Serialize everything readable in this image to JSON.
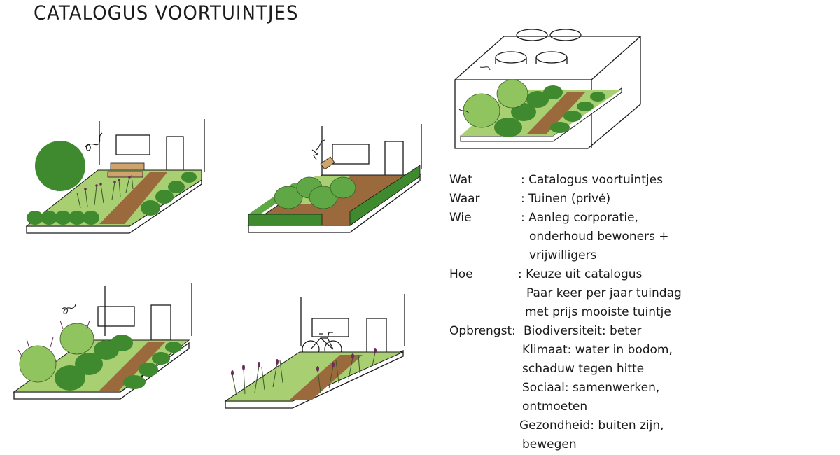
{
  "title": "CATALOGUS VOORTUINTJES",
  "info": {
    "wat": {
      "label": "Wat",
      "value": ": Catalogus voortuintjes"
    },
    "waar": {
      "label": "Waar",
      "value": ": Tuinen (privé)"
    },
    "wie": {
      "label": "Wie",
      "lines": [
        ": Aanleg corporatie,",
        "onderhoud bewoners +",
        "vrijwilligers"
      ]
    },
    "hoe": {
      "label": "Hoe",
      "lines": [
        ": Keuze uit catalogus",
        "Paar keer per jaar tuindag",
        "met prijs mooiste tuintje"
      ]
    },
    "opbrengst": {
      "label": "Opbrengst:",
      "lines": [
        "Biodiversiteit: beter",
        "Klimaat: water in bodom,",
        "schaduw tegen hitte",
        "Sociaal: samenwerken,",
        "ontmoeten",
        "Gezondheid: buiten zijn,",
        "bewegen"
      ]
    }
  },
  "illustrations": [
    {
      "name": "garden-with-tree-and-bench"
    },
    {
      "name": "garden-with-hedges"
    },
    {
      "name": "garden-with-shrubs"
    },
    {
      "name": "garden-with-grasses-and-bicycle"
    },
    {
      "name": "lego-brick-garden"
    }
  ],
  "colors": {
    "dark_green": "#3f8a2e",
    "mid_green": "#5fa845",
    "light_green": "#a9cf73",
    "pale_green": "#c9e39a",
    "path_brown": "#9b6a3c",
    "bench": "#cfa46c",
    "ink": "#1a1a1a"
  }
}
